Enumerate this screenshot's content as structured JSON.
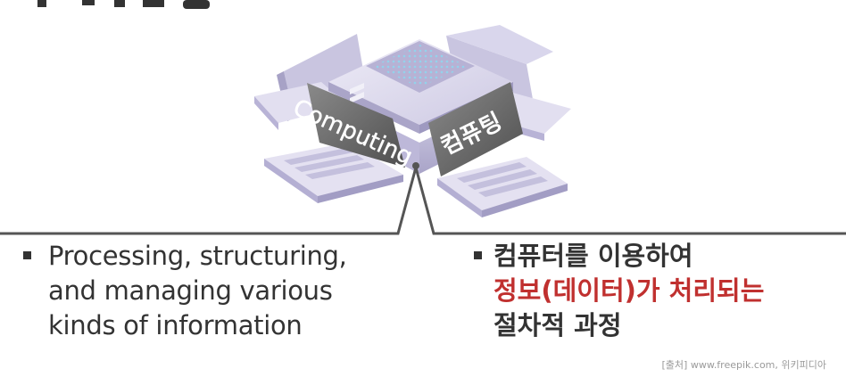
{
  "illustration": {
    "left_screen_label": "Computing",
    "right_screen_label": "컴퓨팅"
  },
  "left_text": {
    "lines": [
      "Processing, structuring,",
      "and managing various",
      "kinds of information"
    ]
  },
  "right_text": {
    "lines": [
      "컴퓨터를 이용하여",
      "정보(데이터)가 처리되는",
      "절차적 과정"
    ]
  },
  "source": "[출처] www.freepik.com, 위키피디아",
  "colors": {
    "text": "#333333",
    "accent_red": "#c0302f",
    "divider": "#555555",
    "device_light": "#dcd8ee",
    "device_mid": "#b7b2d4",
    "screen_gray": "#6e6e6e"
  }
}
